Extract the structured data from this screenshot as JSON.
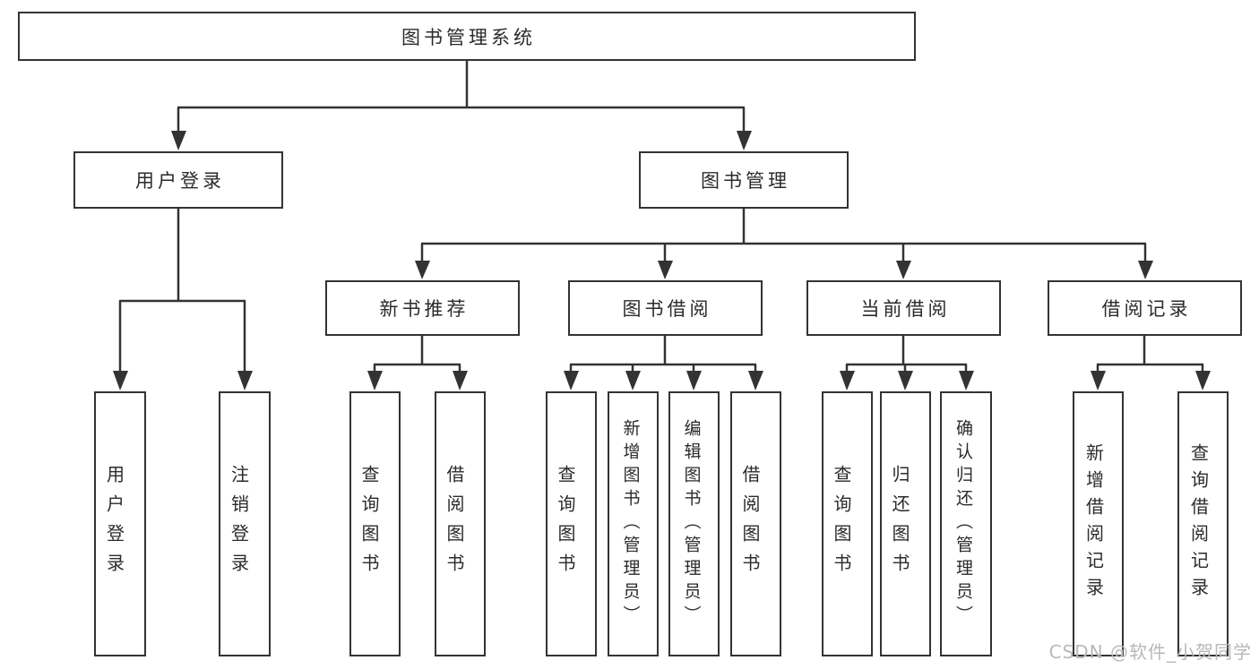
{
  "colors": {
    "ink": "#333333",
    "text": "#2b2b2b",
    "background": "#ffffff",
    "watermark": "#b8b8b8"
  },
  "watermark": {
    "text": "CSDN @软件_小贺同学"
  },
  "nodes": {
    "root": {
      "label": "图书管理系统"
    },
    "user_login": {
      "label": "用户登录"
    },
    "book_mgmt": {
      "label": "图书管理"
    },
    "new_book": {
      "label": "新书推荐"
    },
    "borrow": {
      "label": "图书借阅"
    },
    "current": {
      "label": "当前借阅"
    },
    "record": {
      "label": "借阅记录"
    },
    "ul_login": {
      "label": "用户登录"
    },
    "ul_logout": {
      "label": "注销登录"
    },
    "nb_query": {
      "label": "查询图书"
    },
    "nb_borrow": {
      "label": "借阅图书"
    },
    "bb_query": {
      "label": "查询图书"
    },
    "bb_add": {
      "label": "新增图书（管理员）"
    },
    "bb_edit": {
      "label": "编辑图书（管理员）"
    },
    "bb_borrow": {
      "label": "借阅图书"
    },
    "cb_query": {
      "label": "查询图书"
    },
    "cb_return": {
      "label": "归还图书"
    },
    "cb_confirm": {
      "label": "确认归还（管理员）"
    },
    "br_add": {
      "label": "新增借阅记录"
    },
    "br_query": {
      "label": "查询借阅记录"
    }
  }
}
